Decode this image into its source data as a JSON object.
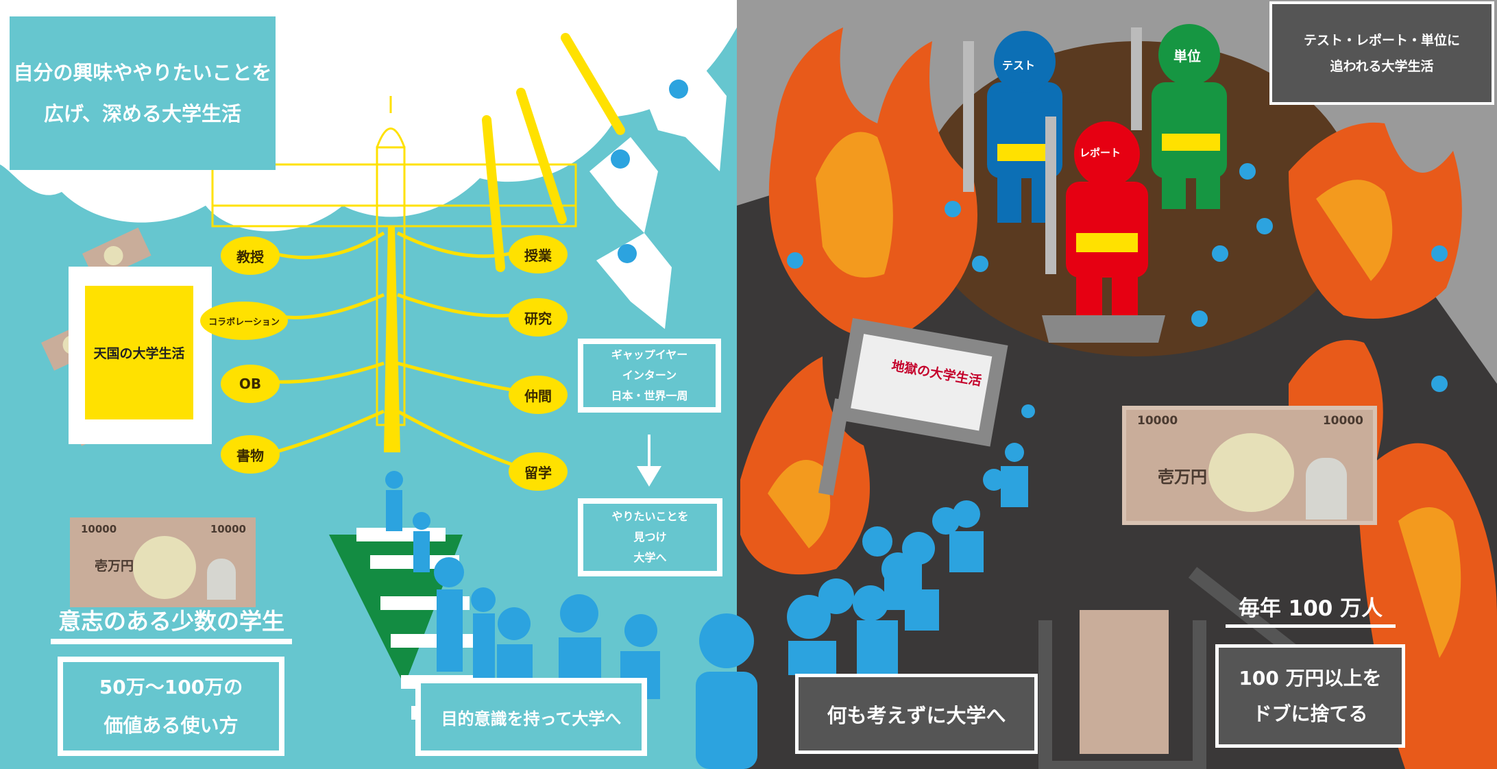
{
  "heaven": {
    "headline_lines": [
      "自分の興味ややりたいことを",
      "広げ、深める大学生活"
    ],
    "sign": "天国の大学生活",
    "bubbles": {
      "left": [
        "教授",
        "コラボレーション",
        "OB",
        "書物"
      ],
      "right": [
        "授業",
        "研究",
        "仲間",
        "留学"
      ]
    },
    "gap_box_lines": [
      "ギャップイヤー",
      "インターン",
      "日本・世界一周"
    ],
    "find_box_lines": [
      "やりたいことを",
      "見つけ",
      "大学へ"
    ],
    "students_caption": "意志のある少数の学生",
    "value_box_lines": [
      "50万〜100万の",
      "価値ある使い方"
    ],
    "purpose_box": "目的意識を持って大学へ",
    "bill": {
      "number_left": "10000",
      "number_right": "10000",
      "label": "壱万円"
    }
  },
  "hell": {
    "headline_lines": [
      "テスト・レポート・単位に",
      "追われる大学生活"
    ],
    "demons": [
      "テスト",
      "単位",
      "レポート"
    ],
    "sign": "地獄の大学生活",
    "no_thought_box": "何も考えずに大学へ",
    "yearly_caption": "毎年 100 万人",
    "waste_box_lines": [
      "100 万円以上を",
      "ドブに捨てる"
    ],
    "bill": {
      "number_left": "10000",
      "number_right": "10000",
      "label": "壱万円"
    }
  },
  "colors": {
    "teal": "#66c6cf",
    "yellow": "#ffe100",
    "figure_blue": "#2ca3df",
    "hell_dark": "#3a3838",
    "fire_red": "#e85a1a",
    "fire_orange": "#f39a1e"
  }
}
